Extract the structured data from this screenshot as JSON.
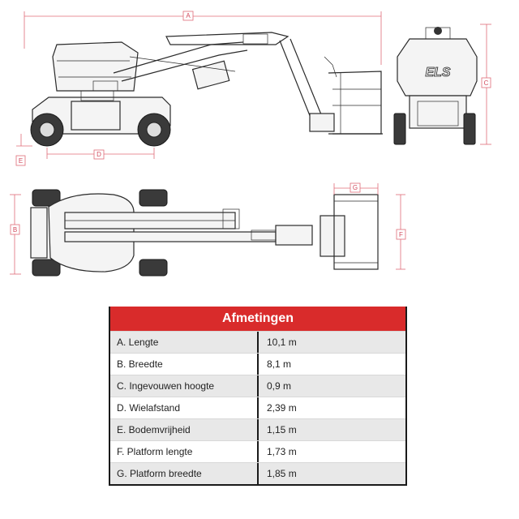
{
  "diagram": {
    "dimension_labels": {
      "a": "A",
      "b": "B",
      "c": "C",
      "d": "D",
      "e": "E",
      "f": "F",
      "g": "G"
    },
    "logo_text": "ELS"
  },
  "table": {
    "title": "Afmetingen",
    "rows": [
      {
        "label": "A. Lengte",
        "value": "10,1 m"
      },
      {
        "label": "B. Breedte",
        "value": "8,1 m"
      },
      {
        "label": "C. Ingevouwen hoogte",
        "value": "0,9 m"
      },
      {
        "label": "D. Wielafstand",
        "value": "2,39 m"
      },
      {
        "label": "E. Bodemvrijheid",
        "value": "1,15 m"
      },
      {
        "label": "F. Platform lengte",
        "value": "1,73 m"
      },
      {
        "label": "G. Platform breedte",
        "value": "1,85 m"
      }
    ]
  },
  "colors": {
    "header_red": "#d92b2b",
    "dimension_pink": "#e06b78",
    "line_dark": "#2b2b2b"
  }
}
